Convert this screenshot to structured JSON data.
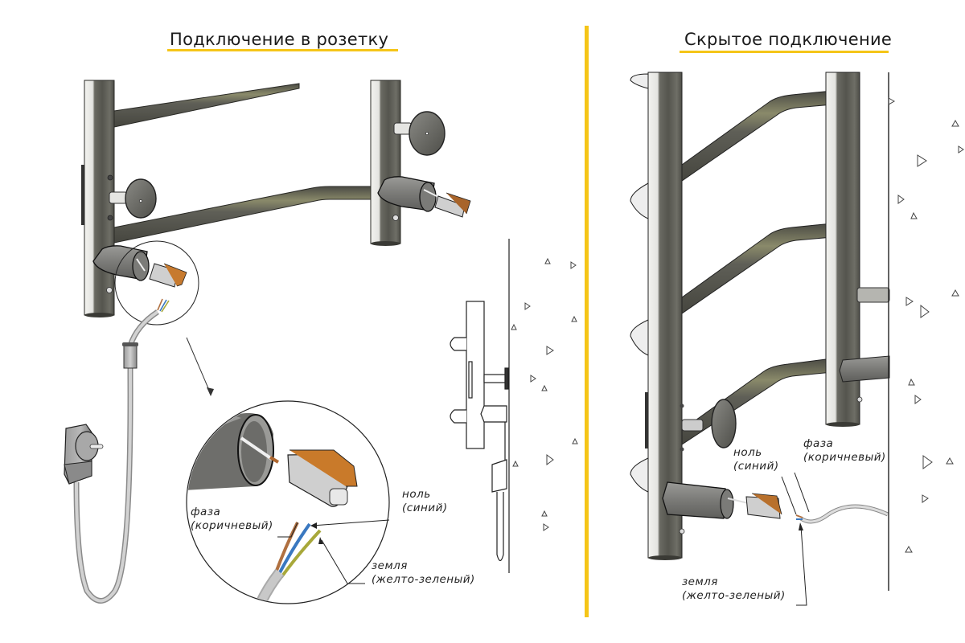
{
  "left_panel": {
    "title": "Подключение в розетку",
    "labels": {
      "phase": "фаза",
      "phase_color": "(коричневый)",
      "neutral": "ноль",
      "neutral_color": "(синий)",
      "ground": "земля",
      "ground_color": "(желто-зеленый)"
    }
  },
  "right_panel": {
    "title": "Скрытое подключение",
    "labels": {
      "neutral": "ноль",
      "neutral_color": "(синий)",
      "phase": "фаза",
      "phase_color": "(коричневый)",
      "ground": "земля",
      "ground_color": "(желто-зеленый)"
    }
  },
  "colors": {
    "accent": "#f5c518",
    "metal_dark": "#5f5f58",
    "metal_light": "#e9e9e6",
    "wire_brown": "#b07040",
    "wire_blue": "#3a78c0",
    "wire_yellow_green": "#a8a83a",
    "connector_orange": "#d07a20"
  }
}
